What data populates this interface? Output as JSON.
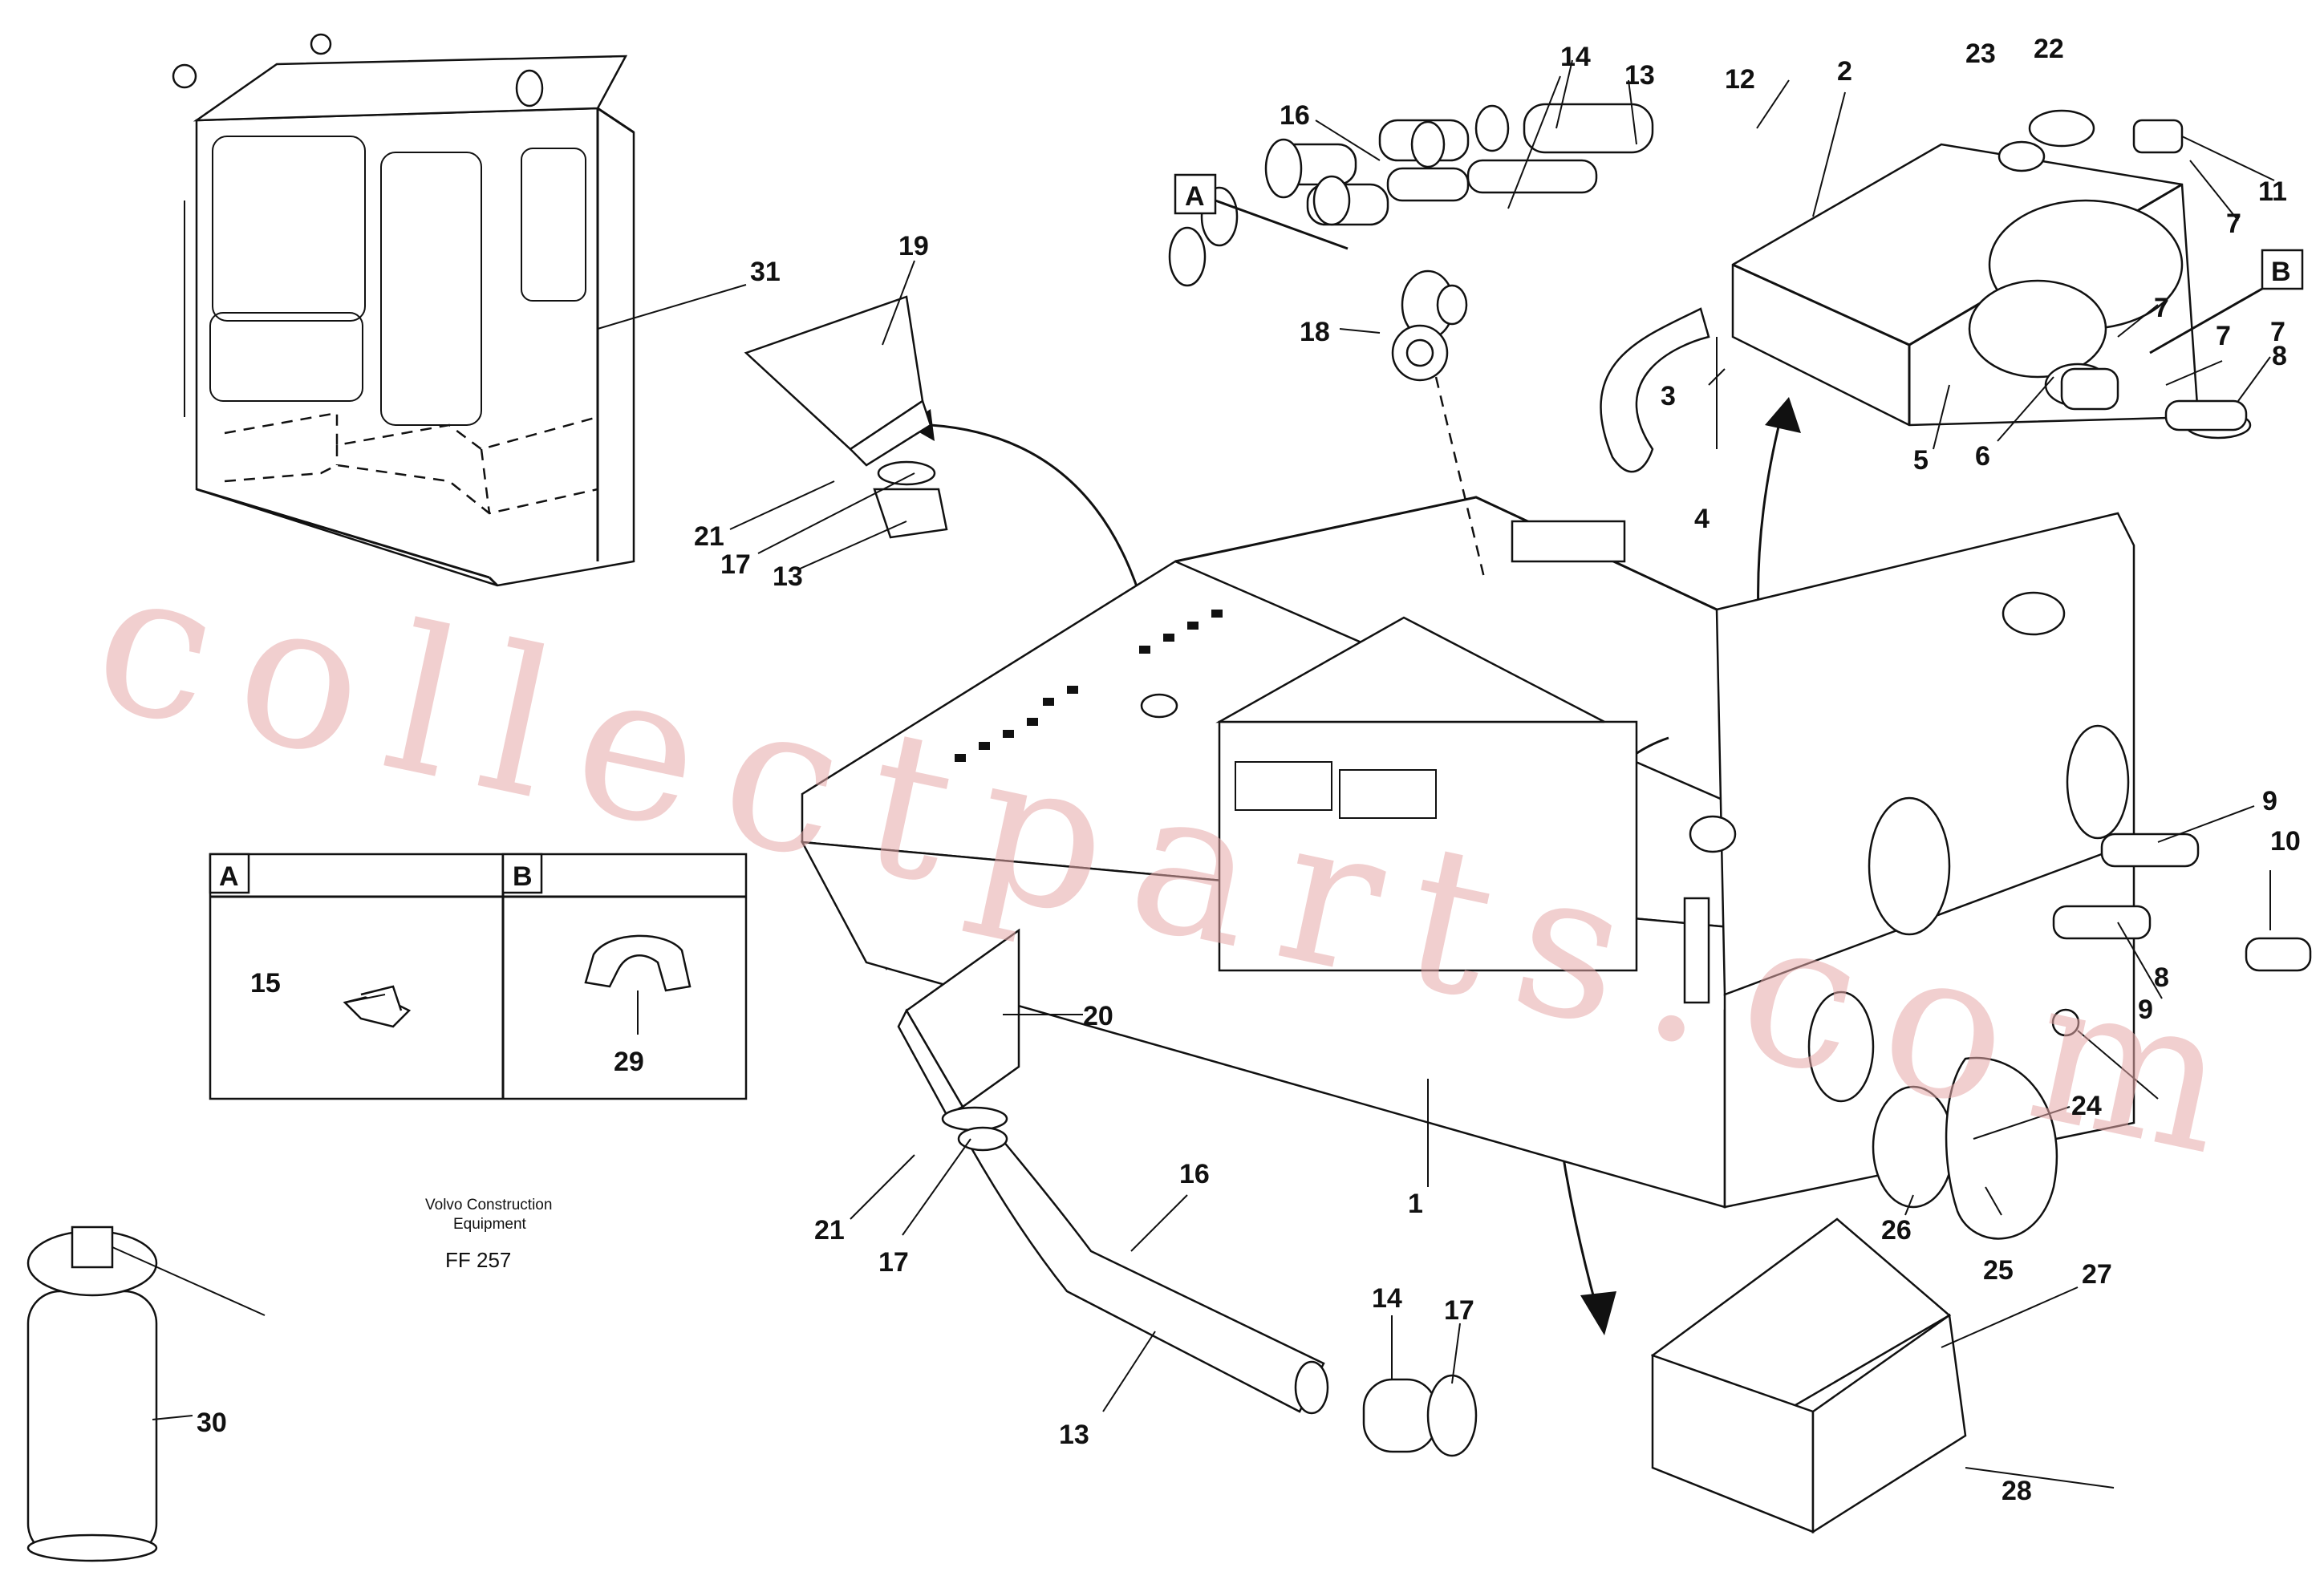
{
  "watermark": "collectparts.com",
  "caption": {
    "line1": "Volvo Construction",
    "line2": "Equipment",
    "code": "FF 257"
  },
  "callouts": {
    "box_a": "A",
    "box_b": "B"
  },
  "inset": {
    "a_tag": "A",
    "b_tag": "B"
  },
  "parts": {
    "p1": "1",
    "p2": "2",
    "p3": "3",
    "p4": "4",
    "p5": "5",
    "p6": "6",
    "p7a": "7",
    "p7b": "7",
    "p7c": "7",
    "p7d": "7",
    "p8a": "8",
    "p8b": "8",
    "p9a": "9",
    "p9b": "9",
    "p10": "10",
    "p11": "11",
    "p12": "12",
    "p13a": "13",
    "p13b": "13",
    "p13c": "13",
    "p14a": "14",
    "p14b": "14",
    "p15": "15",
    "p16a": "16",
    "p16b": "16",
    "p17a": "17",
    "p17b": "17",
    "p17c": "17",
    "p18": "18",
    "p19": "19",
    "p20": "20",
    "p21a": "21",
    "p21b": "21",
    "p22": "22",
    "p23": "23",
    "p24": "24",
    "p25": "25",
    "p26": "26",
    "p27": "27",
    "p28": "28",
    "p29": "29",
    "p30": "30",
    "p31": "31"
  }
}
